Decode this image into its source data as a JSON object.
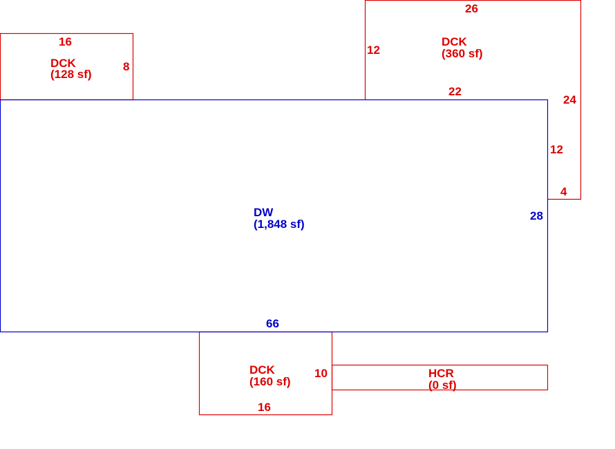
{
  "colors": {
    "dwelling": "#0000CC",
    "addition": "#DD0000",
    "background": "#FFFFFF"
  },
  "areas": {
    "dw": {
      "code": "DW",
      "area": "(1,848 sf)"
    },
    "dck_left": {
      "code": "DCK",
      "area": "(128 sf)"
    },
    "dck_right": {
      "code": "DCK",
      "area": "(360 sf)"
    },
    "dck_bottom": {
      "code": "DCK",
      "area": "(160 sf)"
    },
    "hcr": {
      "code": "HCR",
      "area": "(0 sf)"
    }
  },
  "dimensions": {
    "dw_width": "66",
    "dw_depth": "28",
    "dck_left_width": "16",
    "dck_left_depth": "8",
    "dck_right_top": "26",
    "dck_right_left": "12",
    "dck_right_bottom": "22",
    "dck_right_side": "24",
    "dck_right_inner": "12",
    "dck_right_step": "4",
    "dck_bottom_width": "16",
    "dck_bottom_depth": "10"
  }
}
